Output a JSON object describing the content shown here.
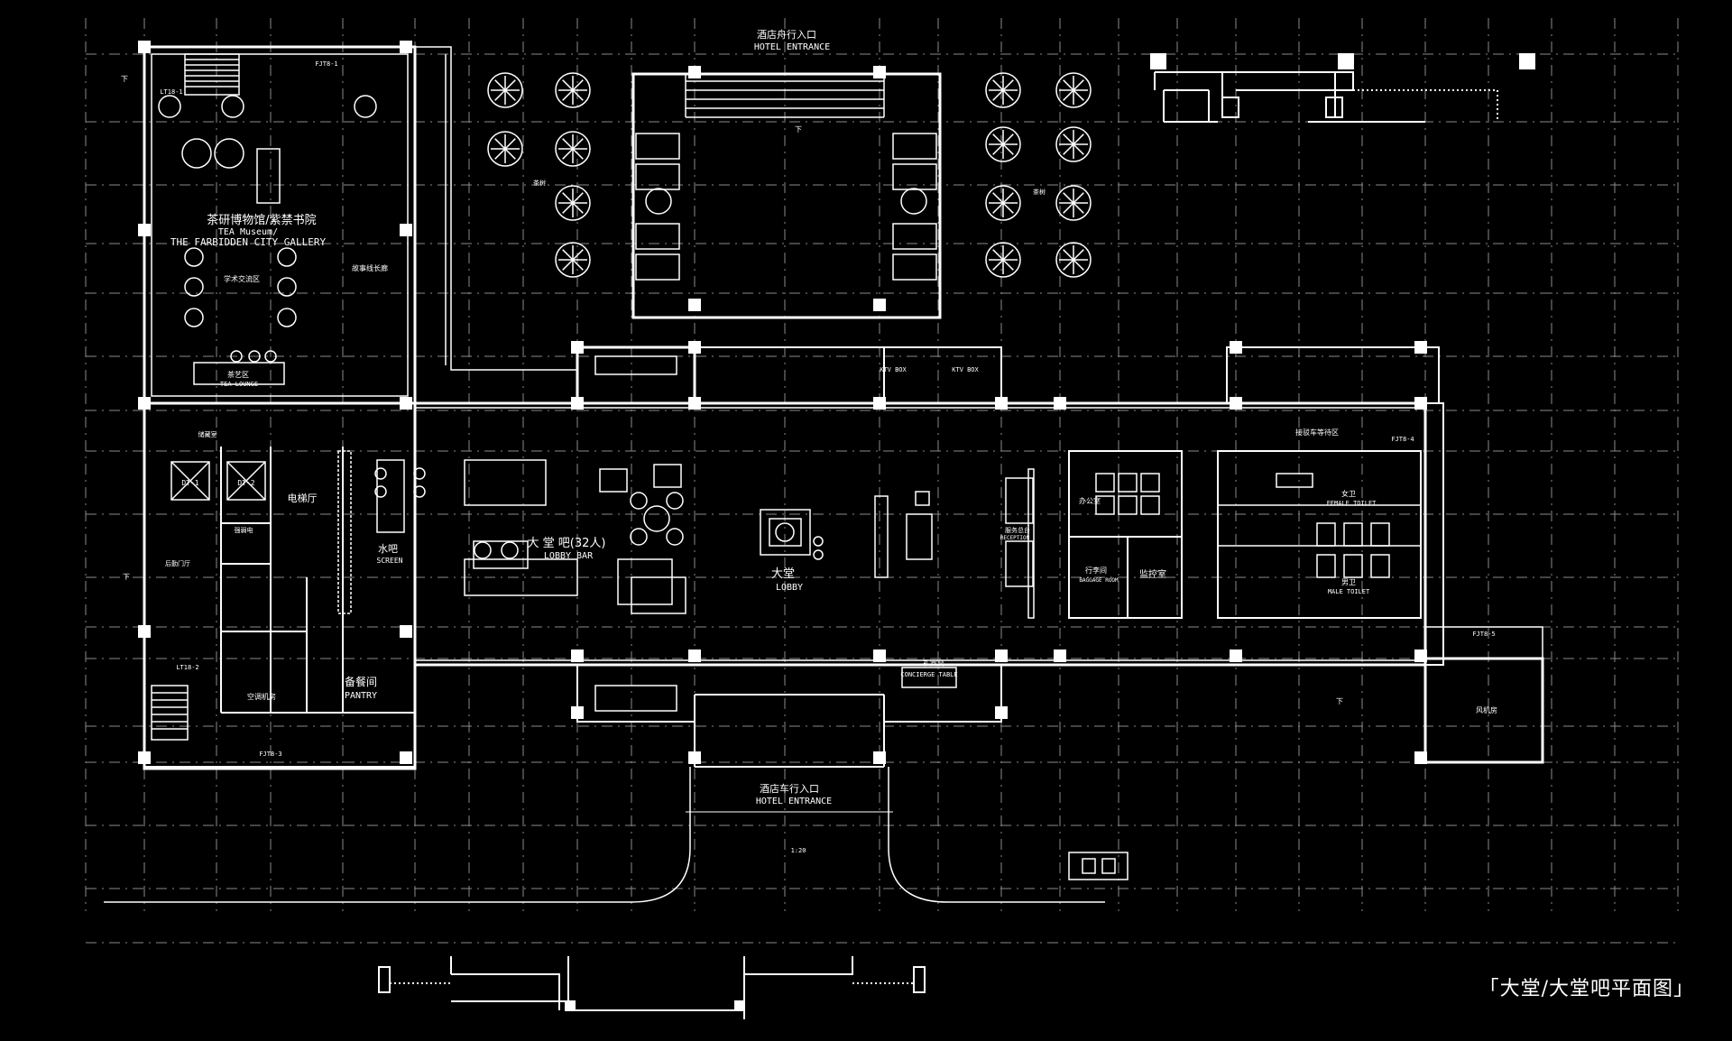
{
  "drawing_title": "「大堂/大堂吧平面图」",
  "labels": {
    "top_entrance_cn": "酒店舟行入口",
    "top_entrance_en": "HOTEL ENTRANCE",
    "bottom_entrance_cn": "酒店车行入口",
    "bottom_entrance_en": "HOTEL ENTRANCE",
    "gallery_cn": "茶研博物馆/紫禁书院",
    "gallery_en1": "TEA Museum/",
    "gallery_en2": "THE FARBIDDEN CITY GALLERY",
    "academic": "学术交流区",
    "tea_area": "茶艺区",
    "tea_lounge": "TEA LOUNGE",
    "story_corridor": "故事线长廊",
    "elevator_hall": "电梯厅",
    "water_bar_cn": "水吧",
    "water_bar_en": "SCREEN",
    "lobby_bar_cn": "大 堂 吧(32人)",
    "lobby_bar_en": "LOBBY BAR",
    "lobby_cn": "大堂",
    "lobby_en": "LOBBY",
    "reception_cn": "服务总台",
    "reception_en": "RECEPTION",
    "office": "办公室",
    "baggage_cn": "行李间",
    "baggage_en": "BAGGAGE ROOM",
    "security": "监控室",
    "waiting": "接驳车等待区",
    "female_cn": "女卫",
    "female_en": "FEMALE TOILET",
    "male_cn": "男卫",
    "male_en": "MALE TOILET",
    "concierge_cn": "礼宾台",
    "concierge_en": "CONCIERGE TABLE",
    "pantry_cn": "备餐间",
    "pantry_en": "PANTRY",
    "ac_room": "空调机房",
    "fan_room": "风机房",
    "back_office": "后勤门厅",
    "storage": "储藏室",
    "lift1": "DT-1",
    "lift2": "DT-2",
    "ktv1": "KTV BOX",
    "ktv2": "KTV BOX",
    "stair1": "FJT8-1",
    "stair3": "FJT8-3",
    "stair4": "FJT8-4",
    "stair5": "FJT8-5",
    "lt1": "LT18-1",
    "lt2": "LT18-2",
    "down": "下",
    "scale": "1:20",
    "tea_tree": "茶树",
    "weak_elec": "强弱电"
  },
  "colors": {
    "line": "#ffffff",
    "grid": "#8a8a8a",
    "background": "#000000"
  }
}
